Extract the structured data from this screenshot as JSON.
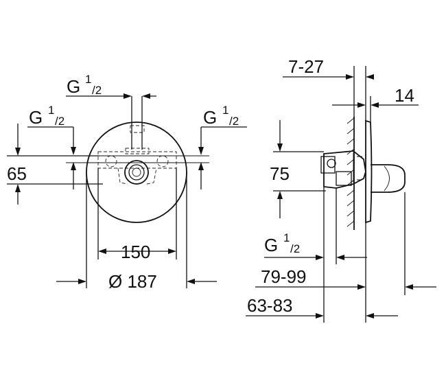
{
  "front_view": {
    "thread_top": {
      "main": "G",
      "sup": "1",
      "sub": "/2"
    },
    "thread_left": {
      "main": "G",
      "sup": "1",
      "sub": "/2"
    },
    "thread_right": {
      "main": "G",
      "sup": "1",
      "sub": "/2"
    },
    "dim_65": "65",
    "dim_150": "150",
    "dim_187": "Ø 187"
  },
  "side_view": {
    "dim_7_27": "7-27",
    "dim_14": "14",
    "dim_75": "75",
    "thread": {
      "main": "G",
      "sup": "1",
      "sub": "/2"
    },
    "dim_79_99": "79-99",
    "dim_63_83": "63-83"
  }
}
